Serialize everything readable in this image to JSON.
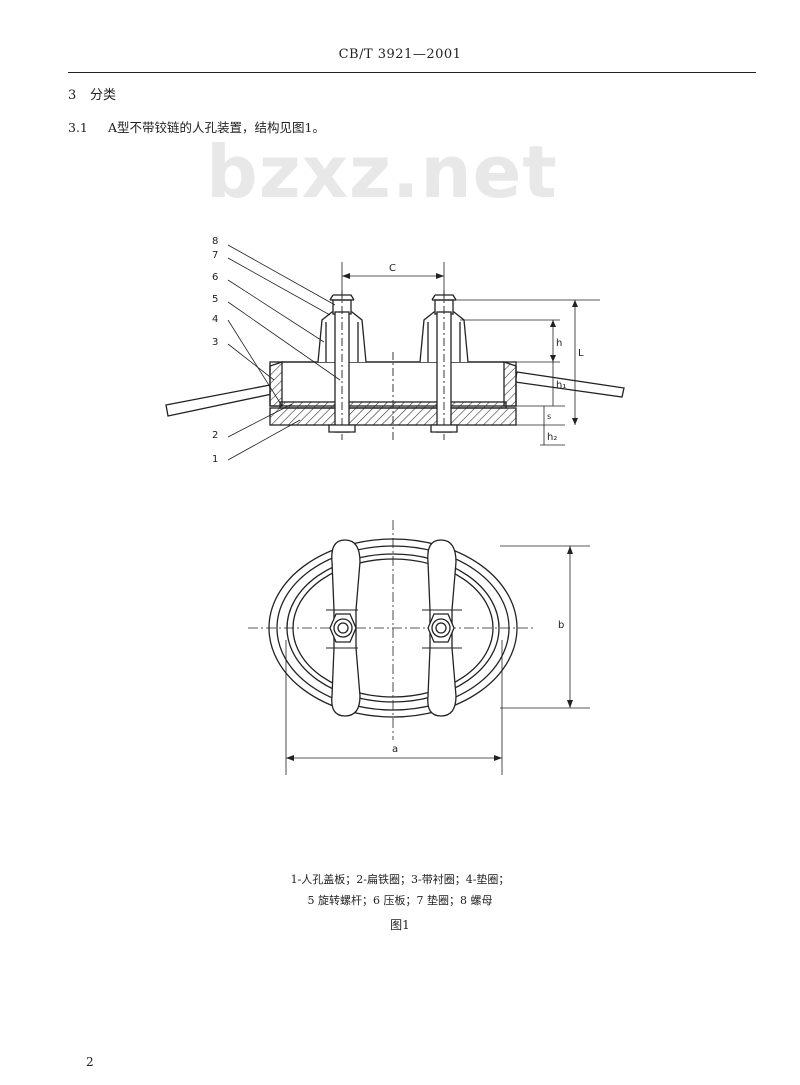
{
  "header": {
    "standard_code": "CB/T 3921—2001"
  },
  "section": {
    "number": "3",
    "title": "分类"
  },
  "clause": {
    "number": "3.1",
    "text": "A型不带铰链的人孔装置，结构见图1。"
  },
  "watermark": {
    "text": "bzxz.net"
  },
  "figure": {
    "labels": {
      "part_8": "8",
      "part_7": "7",
      "part_6": "6",
      "part_5": "5",
      "part_4": "4",
      "part_3": "3",
      "part_2": "2",
      "part_1": "1",
      "dim_c": "C",
      "dim_h": "h",
      "dim_l": "L",
      "dim_h1": "h₁",
      "dim_s": "s",
      "dim_h2": "h₂",
      "dim_b": "b",
      "dim_a": "a"
    },
    "caption_line1": "1-人孔盖板；2-扁铁圈；3-带衬圈；4-垫圈；",
    "caption_line2": "5 旋转螺杆；6 压板；7 垫圈；8 螺母",
    "title": "图1"
  },
  "page": {
    "number": "2"
  }
}
